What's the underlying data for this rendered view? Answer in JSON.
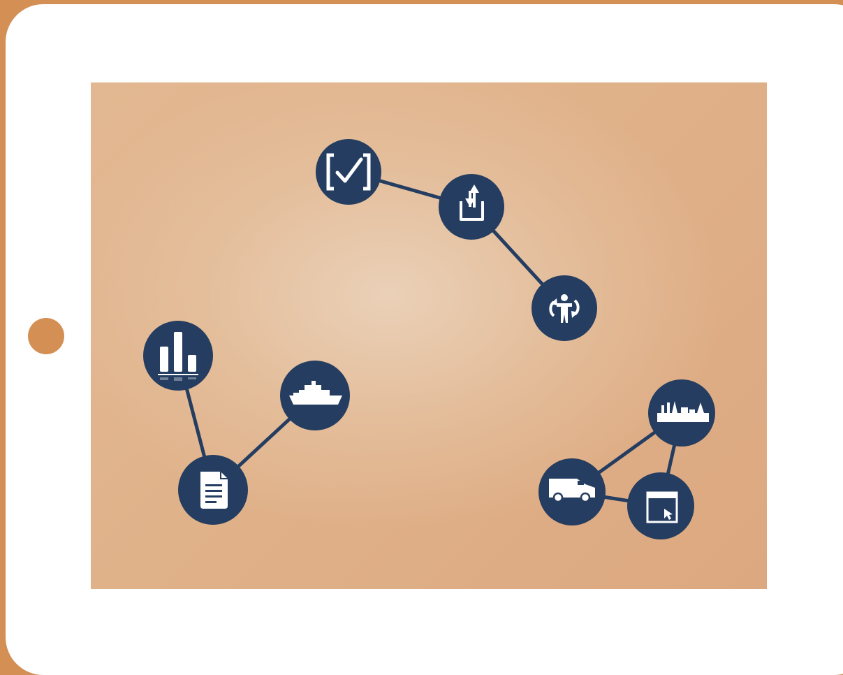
{
  "colors": {
    "frame": "#d48f55",
    "bezel": "#ffffff",
    "node": "#243d60",
    "icon": "#ffffff"
  },
  "nodes": [
    {
      "id": "checklist",
      "icon": "check-bracket-icon"
    },
    {
      "id": "upload",
      "icon": "upload-download-icon"
    },
    {
      "id": "people",
      "icon": "person-refresh-icon"
    },
    {
      "id": "chart",
      "icon": "bar-chart-icon"
    },
    {
      "id": "ship",
      "icon": "ship-icon"
    },
    {
      "id": "document",
      "icon": "document-icon"
    },
    {
      "id": "port",
      "icon": "port-cranes-icon"
    },
    {
      "id": "truck",
      "icon": "delivery-truck-icon"
    },
    {
      "id": "browser",
      "icon": "browser-cursor-icon"
    }
  ],
  "edges": [
    [
      "checklist",
      "upload"
    ],
    [
      "upload",
      "people"
    ],
    [
      "chart",
      "document"
    ],
    [
      "document",
      "ship"
    ],
    [
      "port",
      "truck"
    ],
    [
      "port",
      "browser"
    ],
    [
      "truck",
      "browser"
    ]
  ]
}
